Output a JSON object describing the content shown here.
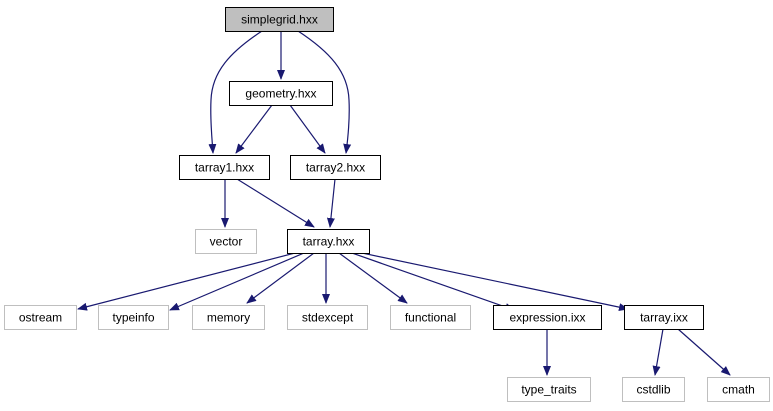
{
  "colors": {
    "edge": "#191970",
    "root_fill": "#bfbfbf",
    "node_border": "#000000",
    "external_border": "#bfbfbf",
    "background": "#ffffff"
  },
  "nodes": [
    {
      "id": "simplegrid",
      "label": "simplegrid.hxx",
      "kind": "root"
    },
    {
      "id": "geometry",
      "label": "geometry.hxx",
      "kind": "local"
    },
    {
      "id": "tarray1",
      "label": "tarray1.hxx",
      "kind": "local"
    },
    {
      "id": "tarray2",
      "label": "tarray2.hxx",
      "kind": "local"
    },
    {
      "id": "vector",
      "label": "vector",
      "kind": "external"
    },
    {
      "id": "tarray",
      "label": "tarray.hxx",
      "kind": "local"
    },
    {
      "id": "ostream",
      "label": "ostream",
      "kind": "external"
    },
    {
      "id": "typeinfo",
      "label": "typeinfo",
      "kind": "external"
    },
    {
      "id": "memory",
      "label": "memory",
      "kind": "external"
    },
    {
      "id": "stdexcept",
      "label": "stdexcept",
      "kind": "external"
    },
    {
      "id": "functional",
      "label": "functional",
      "kind": "external"
    },
    {
      "id": "expression",
      "label": "expression.ixx",
      "kind": "local"
    },
    {
      "id": "tarrayixx",
      "label": "tarray.ixx",
      "kind": "local"
    },
    {
      "id": "type_traits",
      "label": "type_traits",
      "kind": "external"
    },
    {
      "id": "cstdlib",
      "label": "cstdlib",
      "kind": "external"
    },
    {
      "id": "cmath",
      "label": "cmath",
      "kind": "external"
    }
  ],
  "edges": [
    {
      "from": "simplegrid",
      "to": "geometry"
    },
    {
      "from": "simplegrid",
      "to": "tarray1"
    },
    {
      "from": "simplegrid",
      "to": "tarray2"
    },
    {
      "from": "geometry",
      "to": "tarray1"
    },
    {
      "from": "geometry",
      "to": "tarray2"
    },
    {
      "from": "tarray1",
      "to": "vector"
    },
    {
      "from": "tarray1",
      "to": "tarray"
    },
    {
      "from": "tarray2",
      "to": "tarray"
    },
    {
      "from": "tarray",
      "to": "ostream"
    },
    {
      "from": "tarray",
      "to": "typeinfo"
    },
    {
      "from": "tarray",
      "to": "memory"
    },
    {
      "from": "tarray",
      "to": "stdexcept"
    },
    {
      "from": "tarray",
      "to": "functional"
    },
    {
      "from": "tarray",
      "to": "expression"
    },
    {
      "from": "tarray",
      "to": "tarrayixx"
    },
    {
      "from": "expression",
      "to": "type_traits"
    },
    {
      "from": "tarrayixx",
      "to": "cstdlib"
    },
    {
      "from": "tarrayixx",
      "to": "cmath"
    }
  ]
}
